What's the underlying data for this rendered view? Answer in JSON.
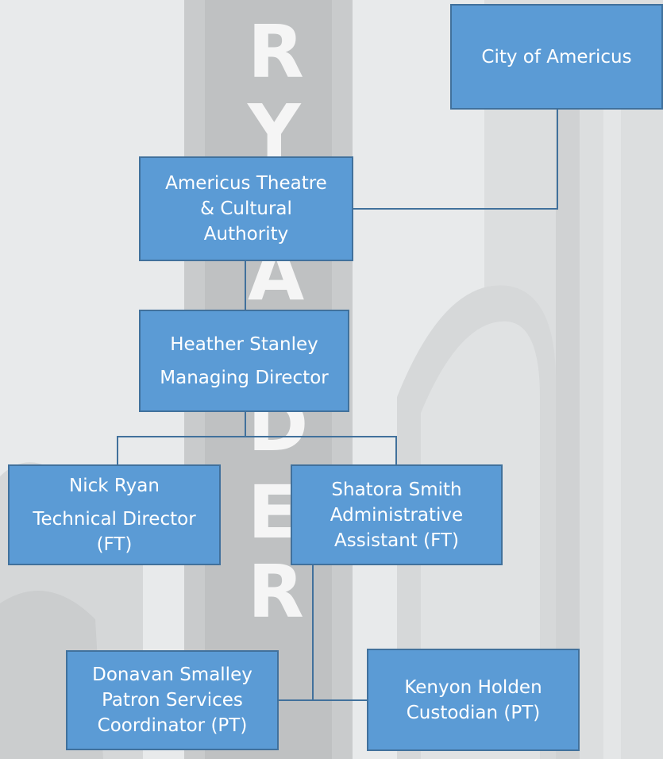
{
  "background": {
    "description_icon": "theatre-marquee-photo-icon",
    "tint_color": "#e9ebec"
  },
  "colors": {
    "box_fill": "#5b9bd5",
    "box_border": "#41719c",
    "connector": "#41719c",
    "text": "#ffffff"
  },
  "nodes": {
    "city": {
      "lines": [
        "City of Americus"
      ]
    },
    "authority": {
      "lines": [
        "Americus Theatre",
        "& Cultural",
        "Authority"
      ]
    },
    "director": {
      "lines": [
        "Heather Stanley",
        "Managing Director"
      ]
    },
    "technical": {
      "lines": [
        "Nick Ryan",
        "Technical Director",
        "(FT)"
      ]
    },
    "admin": {
      "lines": [
        "Shatora Smith",
        "Administrative",
        "Assistant (FT)"
      ]
    },
    "patron": {
      "lines": [
        "Donavan Smalley",
        "Patron Services",
        "Coordinator (PT)"
      ]
    },
    "custodian": {
      "lines": [
        "Kenyon Holden",
        "Custodian (PT)"
      ]
    }
  }
}
